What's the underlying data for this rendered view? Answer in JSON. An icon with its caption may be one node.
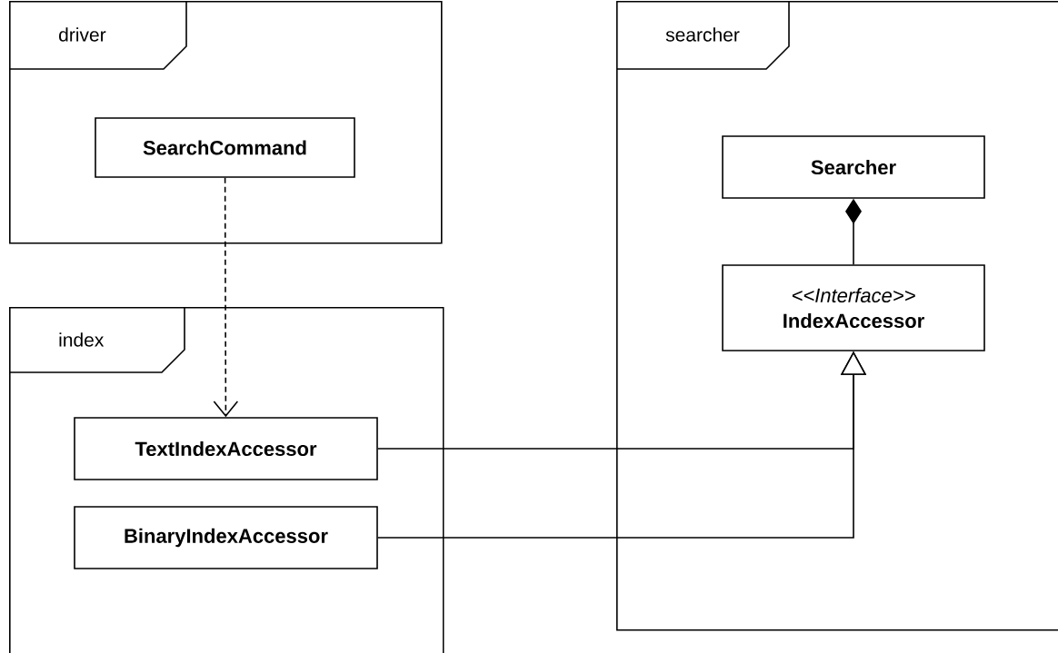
{
  "diagram": {
    "nodes": [
      {
        "text": [
          "driver"
        ]
      },
      {
        "text": [
          "SearchCommand"
        ],
        "in": 0
      },
      {
        "text": [
          "index"
        ]
      },
      {
        "text": [
          "TextIndexAccessor"
        ],
        "in": 2
      },
      {
        "text": [
          "BinaryIndexAccessor"
        ],
        "in": 2
      },
      {
        "text": [
          "searcher"
        ]
      },
      {
        "text": [
          "Searcher"
        ],
        "in": 5
      },
      {
        "text": [
          "*<<Interface>>*",
          "IndexAccessor"
        ],
        "in": 5
      }
    ],
    "edges": [
      {
        "from": 1,
        "to": 3,
        "arrow": "to",
        "style": "dashed"
      },
      {
        "from": 7,
        "to": 6,
        "arrow": "other"
      },
      {
        "from": 3,
        "to": 7,
        "arrow": "to"
      },
      {
        "from": 4,
        "to": 7,
        "arrow": "to"
      }
    ]
  }
}
